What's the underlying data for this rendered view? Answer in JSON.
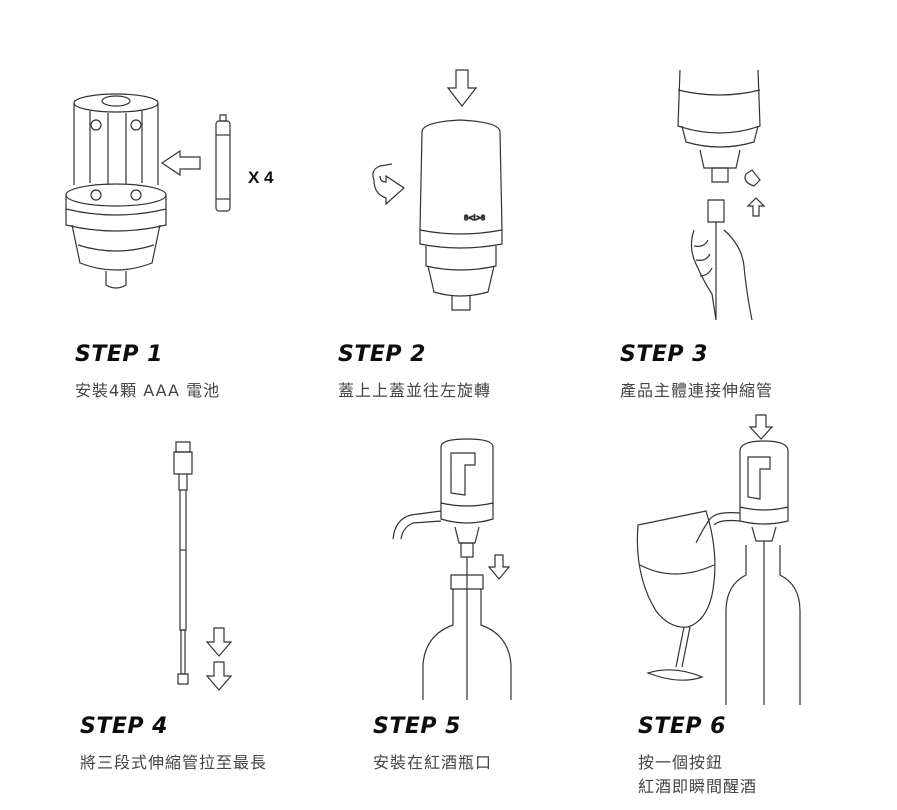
{
  "steps": [
    {
      "title": "STEP 1",
      "desc": [
        "安裝4顆 AAA 電池"
      ]
    },
    {
      "title": "STEP 2",
      "desc": [
        "蓋上上蓋並往左旋轉"
      ]
    },
    {
      "title": "STEP 3",
      "desc": [
        "產品主體連接伸縮管"
      ]
    },
    {
      "title": "STEP 4",
      "desc": [
        "將三段式伸縮管拉至最長"
      ]
    },
    {
      "title": "STEP 5",
      "desc": [
        "安裝在紅酒瓶口"
      ]
    },
    {
      "title": "STEP 6",
      "desc": [
        "按一個按鈕",
        "紅酒即瞬間醒酒"
      ]
    }
  ],
  "illustration_labels": {
    "battery_count": "X 4",
    "device_marking": "8<i>8"
  },
  "colors": {
    "line": "#333333",
    "background": "#ffffff",
    "text": "#111111"
  }
}
